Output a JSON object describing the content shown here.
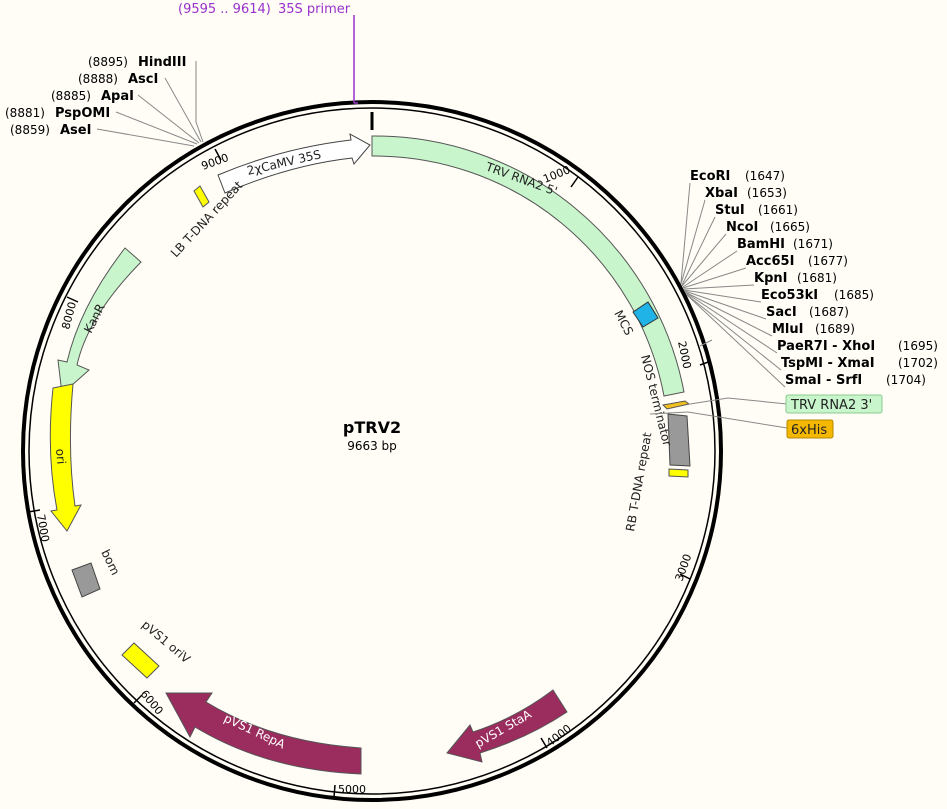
{
  "plasmid": {
    "name": "pTRV2",
    "length_label": "9663 bp"
  },
  "primer": {
    "range": "(9595 .. 9614)",
    "name": "35S primer"
  },
  "ticks": [
    "1000",
    "2000",
    "3000",
    "4000",
    "5000",
    "6000",
    "7000",
    "8000",
    "9000"
  ],
  "sites_left": [
    {
      "pos": "(8895)",
      "name": "HindIII"
    },
    {
      "pos": "(8888)",
      "name": "AscI"
    },
    {
      "pos": "(8885)",
      "name": "ApaI"
    },
    {
      "pos": "(8881)",
      "name": "PspOMI"
    },
    {
      "pos": "(8859)",
      "name": "AseI"
    }
  ],
  "sites_right": [
    {
      "name": "EcoRI",
      "pos": "(1647)"
    },
    {
      "name": "XbaI",
      "pos": "(1653)"
    },
    {
      "name": "StuI",
      "pos": "(1661)"
    },
    {
      "name": "NcoI",
      "pos": "(1665)"
    },
    {
      "name": "BamHI",
      "pos": "(1671)"
    },
    {
      "name": "Acc65I",
      "pos": "(1677)"
    },
    {
      "name": "KpnI",
      "pos": "(1681)"
    },
    {
      "name": "Eco53kI",
      "pos": "(1685)"
    },
    {
      "name": "SacI",
      "pos": "(1687)"
    },
    {
      "name": "MluI",
      "pos": "(1689)"
    },
    {
      "name": "PaeR7I - XhoI",
      "pos": "(1695)"
    },
    {
      "name": "TspMI - XmaI",
      "pos": "(1702)"
    },
    {
      "name": "SmaI - SrfI",
      "pos": "(1704)"
    }
  ],
  "features": {
    "trv_rna2_5": "TRV RNA2  5'",
    "camv": "2χCaMV 35S",
    "lb": "LB T-DNA repeat",
    "kanr": "KanR",
    "ori": "ori",
    "bom": "bom",
    "pvs1_oriv": "pVS1 oriV",
    "pvs1_repa": "pVS1 RepA",
    "pvs1_stab": "pVS1 StaA",
    "mcs": "MCS",
    "nos": "NOS terminator",
    "rb": "RB T-DNA repeat",
    "trv_rna2_3": "TRV RNA2 3'",
    "his": "6xHis"
  },
  "colors": {
    "background": "#fffdf6",
    "trv_green": "#c8f5cc",
    "camv_white": "#ffffff",
    "kanr_green": "#c8f5cc",
    "ori_yellow": "#ffff00",
    "pvs1_purple": "#9b2c5e",
    "mcs_blue": "#1fb3e8",
    "nos_gray": "#999999",
    "his_orange": "#f5b800",
    "primer_purple": "#9932cc"
  }
}
